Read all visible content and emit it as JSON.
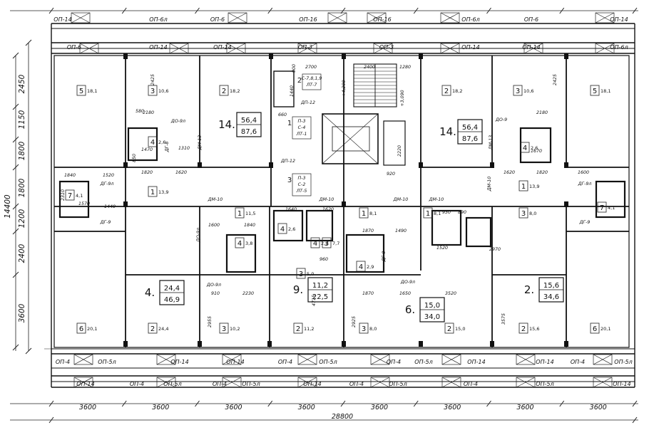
{
  "drawing": {
    "top_windows_outer": [
      "ОП-14",
      "ОП-6л",
      "ОП-6",
      "ОП-16",
      "ОП-16",
      "ОП-6л",
      "ОП-6",
      "ОП-14"
    ],
    "top_windows_inner": [
      "ОП-6",
      "ОП-14",
      "ОП-14",
      "ОП-3",
      "ОП-3",
      "ОП-14",
      "ОП-14",
      "ОП-6л"
    ],
    "bottom_windows_inner": [
      "ОП-4",
      "ОП-5л",
      "ОП-14",
      "ОП-14",
      "ОП-4",
      "ОП-5л",
      "ОП-4",
      "ОП-5л",
      "ОП-14",
      "ОП-14",
      "ОП-4",
      "ОП-5л"
    ],
    "bottom_windows_outer": [
      "ОП-14",
      "ОП-4",
      "ОП-5л",
      "ОП-4",
      "ОП-5л",
      "ОП-14",
      "ОП-4",
      "ОП-5л",
      "ОП-4",
      "ОП-5л",
      "ОП-14"
    ],
    "axis_spans_bottom": [
      "3600",
      "3600",
      "3600",
      "3600",
      "3600",
      "3600",
      "3600",
      "3600"
    ],
    "overall_width": "28800",
    "vertical_dims": [
      "2450",
      "1150",
      "1800",
      "1800",
      "1200",
      "2400",
      "3600"
    ],
    "overall_height": "14400",
    "rooms": [
      {
        "n": "5",
        "a": "18,1"
      },
      {
        "n": "3",
        "a": "10,6"
      },
      {
        "n": "2",
        "a": "18,2"
      },
      {
        "n": "2",
        "a": "18,2"
      },
      {
        "n": "3",
        "a": "10,6"
      },
      {
        "n": "5",
        "a": "18,1"
      },
      {
        "n": "1",
        "a": "13,9"
      },
      {
        "n": "1",
        "a": "13,9"
      },
      {
        "n": "7",
        "a": "4,1"
      },
      {
        "n": "7",
        "a": "4,1"
      },
      {
        "n": "1",
        "a": "11,5"
      },
      {
        "n": "1",
        "a": "8,1"
      },
      {
        "n": "1",
        "a": "8,1"
      },
      {
        "n": "3",
        "a": "8,0"
      },
      {
        "n": "4",
        "a": "3,8"
      },
      {
        "n": "4",
        "a": "2,6"
      },
      {
        "n": "4",
        "a": "2,9"
      },
      {
        "n": "4",
        "a": "2,9"
      },
      {
        "n": "4",
        "a": "2,6"
      },
      {
        "n": "4",
        "a": "2,6"
      },
      {
        "n": "3",
        "a": "7,7"
      },
      {
        "n": "3",
        "a": "5,0"
      },
      {
        "n": "6",
        "a": "20,1"
      },
      {
        "n": "2",
        "a": "24,4"
      },
      {
        "n": "3",
        "a": "10,2"
      },
      {
        "n": "2",
        "a": "11,2"
      },
      {
        "n": "3",
        "a": "8,0"
      },
      {
        "n": "2",
        "a": "15,0"
      },
      {
        "n": "2",
        "a": "15,6"
      },
      {
        "n": "6",
        "a": "20,1"
      }
    ],
    "apartments": [
      {
        "n": "14.",
        "a": "56,4",
        "b": "87,6"
      },
      {
        "n": "14.",
        "a": "56,4",
        "b": "87,6"
      },
      {
        "n": "4.",
        "a": "24,4",
        "b": "46,9"
      },
      {
        "n": "9.",
        "a": "11,2",
        "b": "22,5"
      },
      {
        "n": "6.",
        "a": "15,0",
        "b": "34,0"
      },
      {
        "n": "2.",
        "a": "15,6",
        "b": "34,6"
      }
    ],
    "stair_tags": [
      {
        "n": "2",
        "l1": "С-7,8,1,9",
        "l2": "ЛТ-7"
      },
      {
        "n": "1",
        "l1": "П-3",
        "l2": "С-4",
        "l3": "ЛТ-1"
      },
      {
        "n": "3",
        "l1": "П-3",
        "l2": "С-2",
        "l3": "ЛТ-5"
      }
    ],
    "door_labels": [
      "ДО-9л",
      "ДГ-8",
      "ДМ-13",
      "ДП-12",
      "ДП-12",
      "ДМ-10",
      "ДМ-10",
      "ДМ-10",
      "ДМ-10",
      "ДГ-9л",
      "ДГ-9",
      "ДО-9л",
      "ДО-9л",
      "ДО-9",
      "ДМ-13",
      "ДГ-9л",
      "ДГ-9",
      "ДМ-10",
      "ДО-9л",
      "ДГ-8"
    ],
    "plan_dims": [
      "2700",
      "1280",
      "2400",
      "2180",
      "2180",
      "1840",
      "1520",
      "1820",
      "1620",
      "1620",
      "1820",
      "1600",
      "1570",
      "1440",
      "1600",
      "1840",
      "1640",
      "1620",
      "1870",
      "1490",
      "1520",
      "2970",
      "2230",
      "1870",
      "1650",
      "3520",
      "910",
      "900",
      "1440",
      "660",
      "2220",
      "920",
      "960",
      "2425",
      "2425",
      "2955",
      "2925",
      "4715",
      "3575",
      "580",
      "1310",
      "+4,200",
      "+3,090",
      "1470",
      "1670",
      "850",
      "930",
      "890",
      "2310"
    ]
  }
}
